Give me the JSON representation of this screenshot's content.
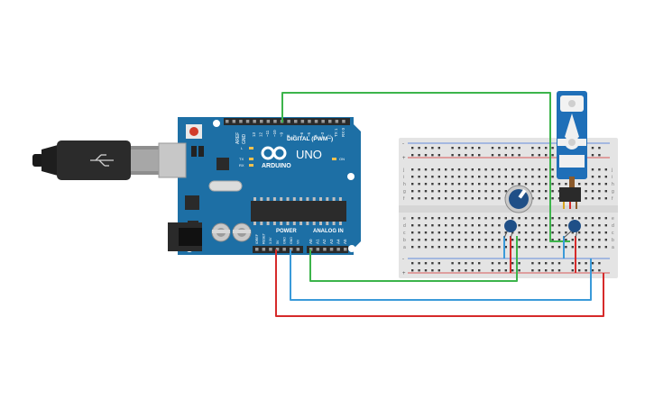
{
  "arduino": {
    "brand": "ARDUINO",
    "model": "UNO",
    "digital_header": "DIGITAL (PWM~)",
    "power_header": "POWER",
    "analog_header": "ANALOG IN",
    "tx": "TX",
    "rx": "RX",
    "on": "ON",
    "l": "L",
    "aref": "AREF",
    "gnd": "GND",
    "digital_pins": [
      "13",
      "12",
      "~11",
      "~10",
      "~9",
      "8",
      "7",
      "~6",
      "~5",
      "4",
      "~3",
      "2",
      "TX 1",
      "RX 0"
    ],
    "power_pins": [
      "IOREF",
      "RESET",
      "3.3V",
      "5V",
      "GND",
      "GND",
      "Vin"
    ],
    "analog_pins": [
      "A0",
      "A1",
      "A2",
      "A3",
      "A4",
      "A5"
    ]
  },
  "breadboard": {
    "rows_top": [
      "j",
      "i",
      "h",
      "g",
      "f"
    ],
    "rows_bottom": [
      "e",
      "d",
      "c",
      "b",
      "a"
    ],
    "rail_plus": "+",
    "rail_minus": "-"
  },
  "colors": {
    "arduino_blue": "#1d6fa5",
    "wire_green": "#3cb44b",
    "wire_red": "#d62a2a",
    "wire_blue": "#3a9ad9",
    "servo_blue": "#1f6fb8",
    "breadboard": "#e4e4e4"
  }
}
